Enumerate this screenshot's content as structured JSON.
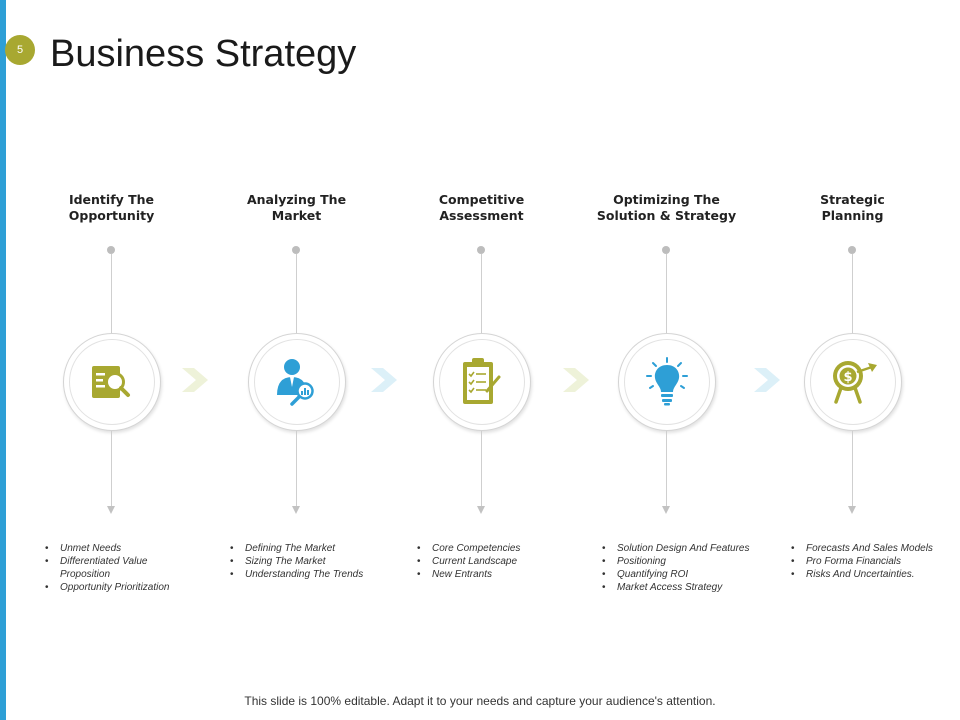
{
  "slide": {
    "number": "5",
    "title": "Business Strategy",
    "footer": "This slide is 100% editable. Adapt it to your needs and capture your audience's attention."
  },
  "colors": {
    "accent_olive": "#a8a831",
    "accent_blue": "#2e9fd6",
    "left_bar": "#2e9fd6",
    "chevron_olive": "#eef2d9",
    "chevron_blue": "#dcf0f8"
  },
  "steps": [
    {
      "title_line1": "Identify The",
      "title_line2": "Opportunity",
      "icon": "document-search-icon",
      "bullets": [
        "Unmet Needs",
        "Differentiated Value Proposition",
        "Opportunity Prioritization"
      ]
    },
    {
      "title_line1": "Analyzing The",
      "title_line2": "Market",
      "icon": "person-analysis-icon",
      "bullets": [
        "Defining The Market",
        "Sizing The Market",
        "Understanding The Trends"
      ]
    },
    {
      "title_line1": "Competitive",
      "title_line2": "Assessment",
      "icon": "clipboard-checklist-icon",
      "bullets": [
        "Core Competencies",
        "Current Landscape",
        "New Entrants"
      ]
    },
    {
      "title_line1": "Optimizing The",
      "title_line2": "Solution & Strategy",
      "icon": "lightbulb-icon",
      "bullets": [
        "Solution Design And Features",
        "Positioning",
        "Quantifying ROI",
        "Market Access Strategy"
      ]
    },
    {
      "title_line1": "Strategic",
      "title_line2": "Planning",
      "icon": "dollar-target-icon",
      "bullets": [
        "Forecasts And Sales Models",
        "Pro Forma Financials",
        "Risks And Uncertainties."
      ]
    }
  ]
}
